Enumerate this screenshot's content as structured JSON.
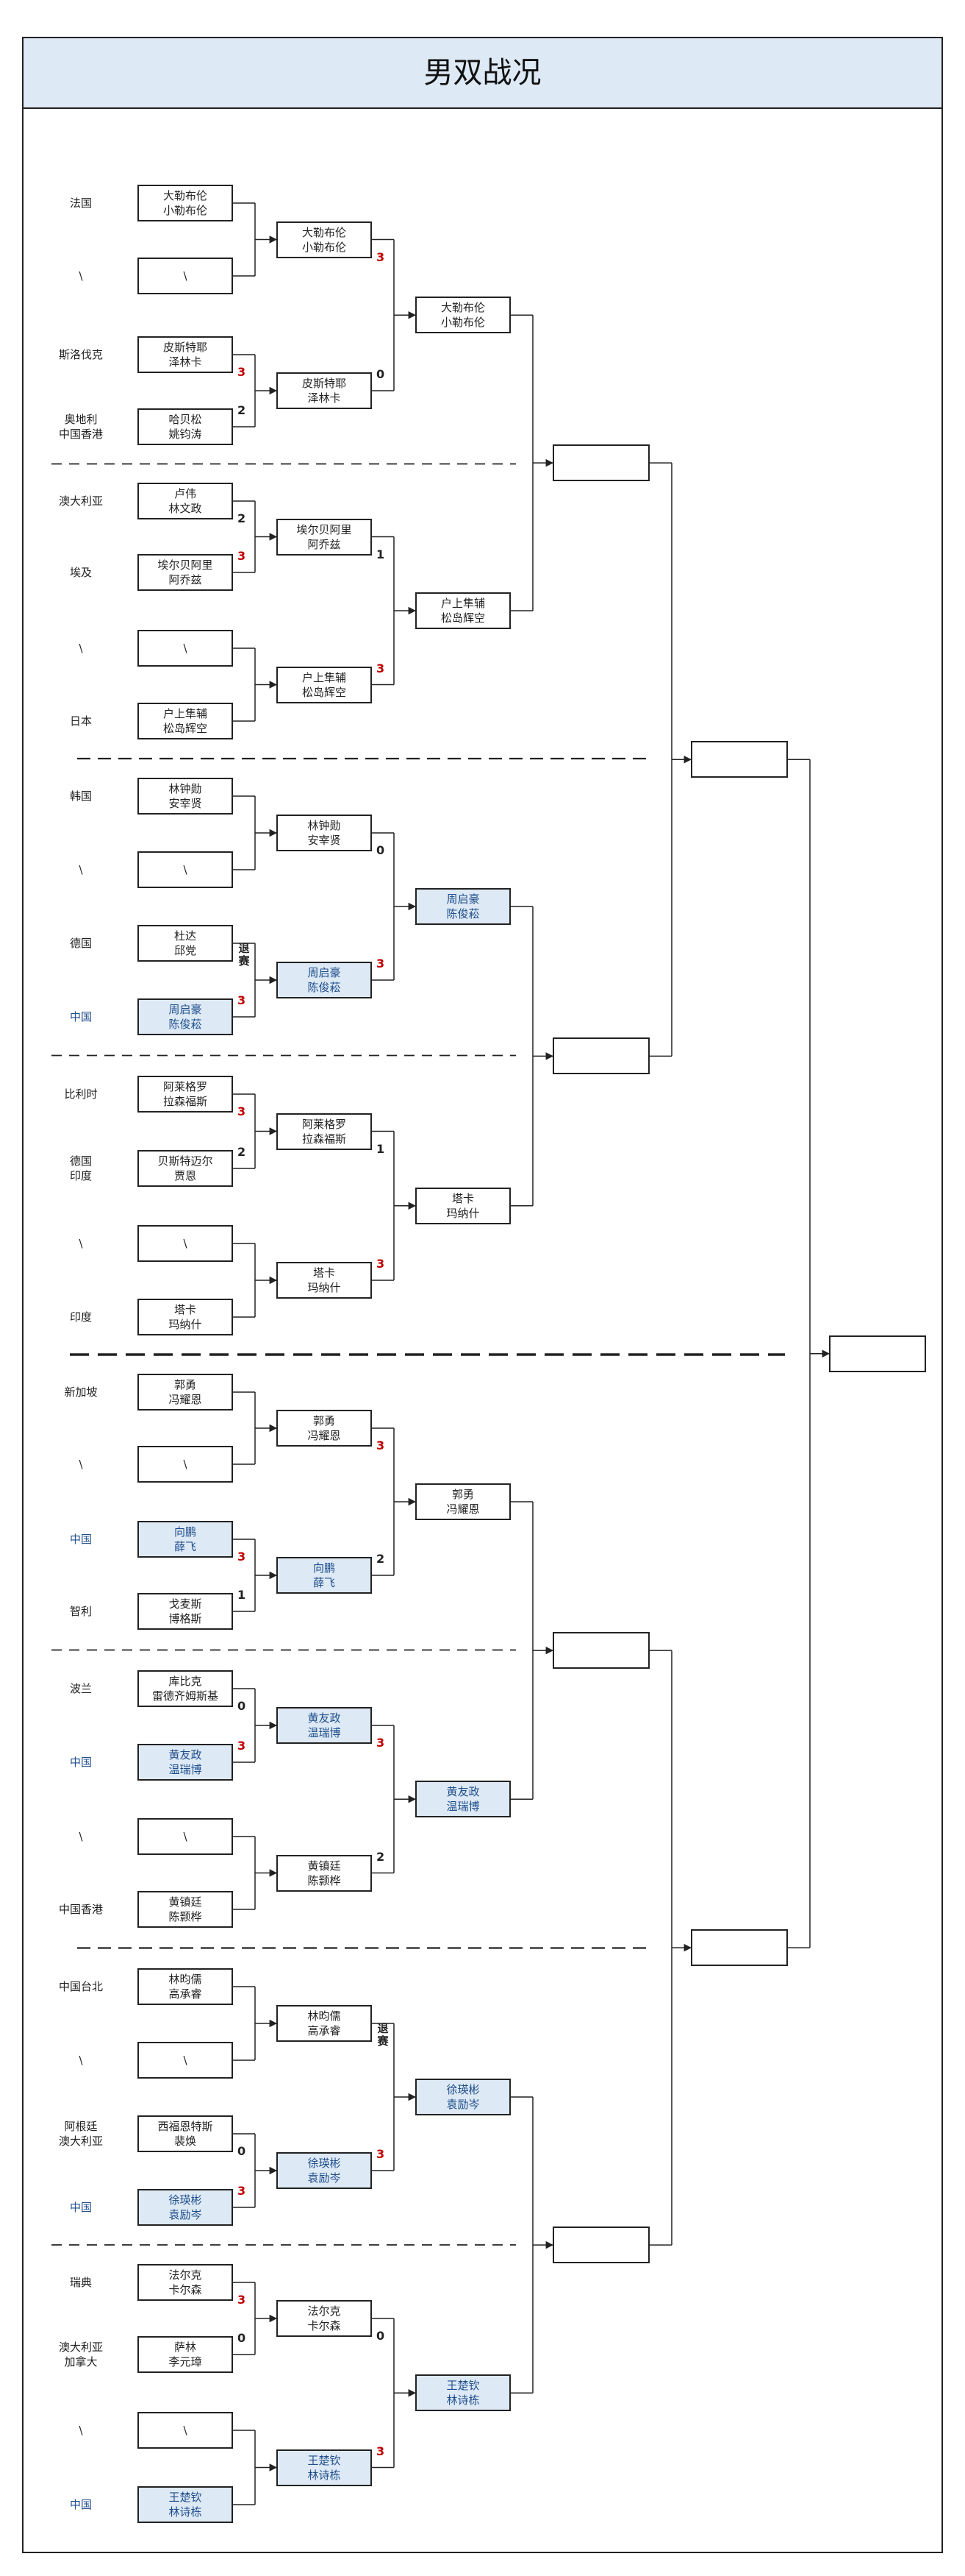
{
  "title": "男双战况",
  "labels": {
    "retire": "退赛"
  },
  "colors": {
    "china_fill": "#dde9f5",
    "china_text": "#1f4e8c",
    "win_score": "#c00000"
  },
  "round1": [
    {
      "country": [
        "法国"
      ],
      "p1": "大勒布伦",
      "p2": "小勒布伦",
      "cn": false
    },
    {
      "country": [
        "\\"
      ],
      "p1": "\\",
      "p2": "",
      "cn": false
    },
    {
      "country": [
        "斯洛伐克"
      ],
      "p1": "皮斯特耶",
      "p2": "泽林卡",
      "cn": false
    },
    {
      "country": [
        "奥地利",
        "中国香港"
      ],
      "p1": "哈贝松",
      "p2": "姚钧涛",
      "cn": false
    },
    {
      "country": [
        "澳大利亚"
      ],
      "p1": "卢伟",
      "p2": "林文政",
      "cn": false
    },
    {
      "country": [
        "埃及"
      ],
      "p1": "埃尔贝阿里",
      "p2": "阿乔兹",
      "cn": false
    },
    {
      "country": [
        "\\"
      ],
      "p1": "\\",
      "p2": "",
      "cn": false
    },
    {
      "country": [
        "日本"
      ],
      "p1": "户上隼辅",
      "p2": "松岛辉空",
      "cn": false
    },
    {
      "country": [
        "韩国"
      ],
      "p1": "林钟勋",
      "p2": "安宰贤",
      "cn": false
    },
    {
      "country": [
        "\\"
      ],
      "p1": "\\",
      "p2": "",
      "cn": false
    },
    {
      "country": [
        "德国"
      ],
      "p1": "杜达",
      "p2": "邱党",
      "cn": false
    },
    {
      "country": [
        "中国"
      ],
      "p1": "周启豪",
      "p2": "陈俊菘",
      "cn": true
    },
    {
      "country": [
        "比利时"
      ],
      "p1": "阿莱格罗",
      "p2": "拉森福斯",
      "cn": false
    },
    {
      "country": [
        "德国",
        "印度"
      ],
      "p1": "贝斯特迈尔",
      "p2": "贾恩",
      "cn": false
    },
    {
      "country": [
        "\\"
      ],
      "p1": "\\",
      "p2": "",
      "cn": false
    },
    {
      "country": [
        "印度"
      ],
      "p1": "塔卡",
      "p2": "玛纳什",
      "cn": false
    },
    {
      "country": [
        "新加坡"
      ],
      "p1": "郭勇",
      "p2": "冯耀恩",
      "cn": false
    },
    {
      "country": [
        "\\"
      ],
      "p1": "\\",
      "p2": "",
      "cn": false
    },
    {
      "country": [
        "中国"
      ],
      "p1": "向鹏",
      "p2": "薛飞",
      "cn": true
    },
    {
      "country": [
        "智利"
      ],
      "p1": "戈麦斯",
      "p2": "博格斯",
      "cn": false
    },
    {
      "country": [
        "波兰"
      ],
      "p1": "库比克",
      "p2": "雷德齐姆斯基",
      "cn": false
    },
    {
      "country": [
        "中国"
      ],
      "p1": "黄友政",
      "p2": "温瑞博",
      "cn": true
    },
    {
      "country": [
        "\\"
      ],
      "p1": "\\",
      "p2": "",
      "cn": false
    },
    {
      "country": [
        "中国香港"
      ],
      "p1": "黄镇廷",
      "p2": "陈颢桦",
      "cn": false
    },
    {
      "country": [
        "中国台北"
      ],
      "p1": "林昀儒",
      "p2": "高承睿",
      "cn": false
    },
    {
      "country": [
        "\\"
      ],
      "p1": "\\",
      "p2": "",
      "cn": false
    },
    {
      "country": [
        "阿根廷",
        "澳大利亚"
      ],
      "p1": "西福恩特斯",
      "p2": "裴焕",
      "cn": false
    },
    {
      "country": [
        "中国"
      ],
      "p1": "徐瑛彬",
      "p2": "袁励岑",
      "cn": true
    },
    {
      "country": [
        "瑞典"
      ],
      "p1": "法尔克",
      "p2": "卡尔森",
      "cn": false
    },
    {
      "country": [
        "澳大利亚",
        "加拿大"
      ],
      "p1": "萨林",
      "p2": "李元璋",
      "cn": false
    },
    {
      "country": [
        "\\"
      ],
      "p1": "\\",
      "p2": "",
      "cn": false
    },
    {
      "country": [
        "中国"
      ],
      "p1": "王楚钦",
      "p2": "林诗栋",
      "cn": true
    }
  ],
  "round1_scores": [
    {
      "top": "",
      "bottom": "",
      "top_win": false,
      "bottom_win": false,
      "retire": false
    },
    {
      "top": "3",
      "bottom": "2",
      "top_win": true,
      "bottom_win": false,
      "retire": false
    },
    {
      "top": "2",
      "bottom": "3",
      "top_win": false,
      "bottom_win": true,
      "retire": false
    },
    {
      "top": "",
      "bottom": "",
      "top_win": false,
      "bottom_win": false,
      "retire": false
    },
    {
      "top": "",
      "bottom": "",
      "top_win": false,
      "bottom_win": false,
      "retire": false
    },
    {
      "top": "",
      "bottom": "3",
      "top_win": false,
      "bottom_win": true,
      "retire": true
    },
    {
      "top": "3",
      "bottom": "2",
      "top_win": true,
      "bottom_win": false,
      "retire": false
    },
    {
      "top": "",
      "bottom": "",
      "top_win": false,
      "bottom_win": false,
      "retire": false
    },
    {
      "top": "",
      "bottom": "",
      "top_win": false,
      "bottom_win": false,
      "retire": false
    },
    {
      "top": "3",
      "bottom": "1",
      "top_win": true,
      "bottom_win": false,
      "retire": false
    },
    {
      "top": "0",
      "bottom": "3",
      "top_win": false,
      "bottom_win": true,
      "retire": false
    },
    {
      "top": "",
      "bottom": "",
      "top_win": false,
      "bottom_win": false,
      "retire": false
    },
    {
      "top": "",
      "bottom": "",
      "top_win": false,
      "bottom_win": false,
      "retire": false
    },
    {
      "top": "0",
      "bottom": "3",
      "top_win": false,
      "bottom_win": true,
      "retire": false
    },
    {
      "top": "3",
      "bottom": "0",
      "top_win": true,
      "bottom_win": false,
      "retire": false
    },
    {
      "top": "",
      "bottom": "",
      "top_win": false,
      "bottom_win": false,
      "retire": false
    }
  ],
  "round2": [
    {
      "p1": "大勒布伦",
      "p2": "小勒布伦",
      "cn": false
    },
    {
      "p1": "皮斯特耶",
      "p2": "泽林卡",
      "cn": false
    },
    {
      "p1": "埃尔贝阿里",
      "p2": "阿乔兹",
      "cn": false
    },
    {
      "p1": "户上隼辅",
      "p2": "松岛辉空",
      "cn": false
    },
    {
      "p1": "林钟勋",
      "p2": "安宰贤",
      "cn": false
    },
    {
      "p1": "周启豪",
      "p2": "陈俊菘",
      "cn": true
    },
    {
      "p1": "阿莱格罗",
      "p2": "拉森福斯",
      "cn": false
    },
    {
      "p1": "塔卡",
      "p2": "玛纳什",
      "cn": false
    },
    {
      "p1": "郭勇",
      "p2": "冯耀恩",
      "cn": false
    },
    {
      "p1": "向鹏",
      "p2": "薛飞",
      "cn": true
    },
    {
      "p1": "黄友政",
      "p2": "温瑞博",
      "cn": true
    },
    {
      "p1": "黄镇廷",
      "p2": "陈颢桦",
      "cn": false
    },
    {
      "p1": "林昀儒",
      "p2": "高承睿",
      "cn": false
    },
    {
      "p1": "徐瑛彬",
      "p2": "袁励岑",
      "cn": true
    },
    {
      "p1": "法尔克",
      "p2": "卡尔森",
      "cn": false
    },
    {
      "p1": "王楚钦",
      "p2": "林诗栋",
      "cn": true
    }
  ],
  "round2_scores": [
    {
      "top": "3",
      "bottom": "0",
      "top_win": true,
      "bottom_win": false,
      "retire": false
    },
    {
      "top": "1",
      "bottom": "3",
      "top_win": false,
      "bottom_win": true,
      "retire": false
    },
    {
      "top": "0",
      "bottom": "3",
      "top_win": false,
      "bottom_win": true,
      "retire": false
    },
    {
      "top": "1",
      "bottom": "3",
      "top_win": false,
      "bottom_win": true,
      "retire": false
    },
    {
      "top": "3",
      "bottom": "2",
      "top_win": true,
      "bottom_win": false,
      "retire": false
    },
    {
      "top": "3",
      "bottom": "2",
      "top_win": true,
      "bottom_win": false,
      "retire": false
    },
    {
      "top": "",
      "bottom": "3",
      "top_win": false,
      "bottom_win": true,
      "retire": true
    },
    {
      "top": "0",
      "bottom": "3",
      "top_win": false,
      "bottom_win": true,
      "retire": false
    }
  ],
  "round3": [
    {
      "p1": "大勒布伦",
      "p2": "小勒布伦",
      "cn": false
    },
    {
      "p1": "户上隼辅",
      "p2": "松岛辉空",
      "cn": false
    },
    {
      "p1": "周启豪",
      "p2": "陈俊菘",
      "cn": true
    },
    {
      "p1": "塔卡",
      "p2": "玛纳什",
      "cn": false
    },
    {
      "p1": "郭勇",
      "p2": "冯耀恩",
      "cn": false
    },
    {
      "p1": "黄友政",
      "p2": "温瑞博",
      "cn": true
    },
    {
      "p1": "徐瑛彬",
      "p2": "袁励岑",
      "cn": true
    },
    {
      "p1": "王楚钦",
      "p2": "林诗栋",
      "cn": true
    }
  ]
}
